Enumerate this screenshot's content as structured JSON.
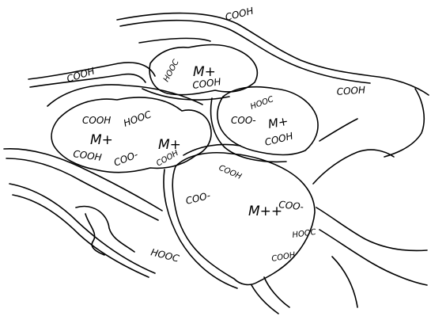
{
  "diagram": {
    "labels": {
      "cooh_top": "COOH",
      "cooh_left": "COOH",
      "hooc_top_cell": "HOOC",
      "m_plus_top": "M+",
      "cooh_top_cell": "COOH",
      "cooh_right": "COOH",
      "hooc_right_cell": "HOOC",
      "coo_minus_right": "COO-",
      "m_x_right": "M+",
      "cooh_right_cell": "COOH",
      "cooh_left_cell_1": "COOH",
      "m_plus_left": "M+",
      "hooc_left_cell": "HOOC",
      "cooh_left_cell_2": "COOH",
      "coo_minus_left": "COO-",
      "m_plus_center": "M+",
      "cooh_center": "COOH",
      "cooh_bottom_cell": "COOH",
      "coo_minus_bottom": "COO-",
      "m_plus_plus": "M++",
      "coo_minus_bottom_right": "COO-",
      "hooc_bottom_cell": "HOOC",
      "cooh_bottom_cell_2": "COOH",
      "hooc_bottom_left": "HOOC"
    }
  }
}
